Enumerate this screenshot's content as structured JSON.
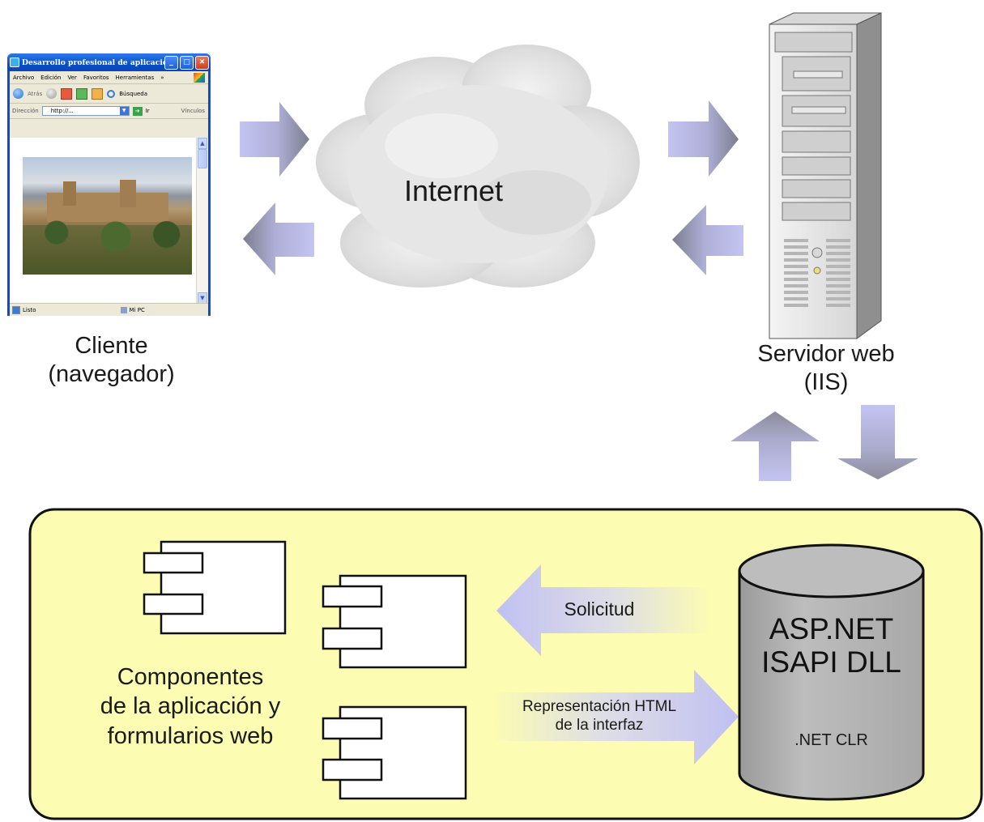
{
  "browser": {
    "title": "Desarrollo profesional de aplicaciones...",
    "menu": [
      "Archivo",
      "Edición",
      "Ver",
      "Favoritos",
      "Herramientas"
    ],
    "menu_more": "»",
    "back_label": "Atrás",
    "search_label": "Búsqueda",
    "address_label": "Dirección",
    "address_value": "http://...",
    "go_label": "Ir",
    "links_label": "Vínculos",
    "status_left": "Listo",
    "status_right": "Mi PC"
  },
  "labels": {
    "client_line1": "Cliente",
    "client_line2": "(navegador)",
    "internet": "Internet",
    "server_line1": "Servidor web",
    "server_line2": "(IIS)",
    "components_line1": "Componentes",
    "components_line2": "de la aplicación y",
    "components_line3": "formularios web",
    "request": "Solicitud",
    "response_line1": "Representación HTML",
    "response_line2": "de la interfaz",
    "aspnet_line1": "ASP.NET",
    "aspnet_line2": "ISAPI DLL",
    "clr": ".NET CLR"
  },
  "colors": {
    "panel_fill": "#fcfcb2",
    "arrow_dark": "#8b8da6",
    "arrow_light": "#c9c9f3",
    "cylinder": "#b3b3b3"
  },
  "icons": [
    "browser-window",
    "cloud",
    "server-tower",
    "component-icon",
    "cylinder"
  ]
}
